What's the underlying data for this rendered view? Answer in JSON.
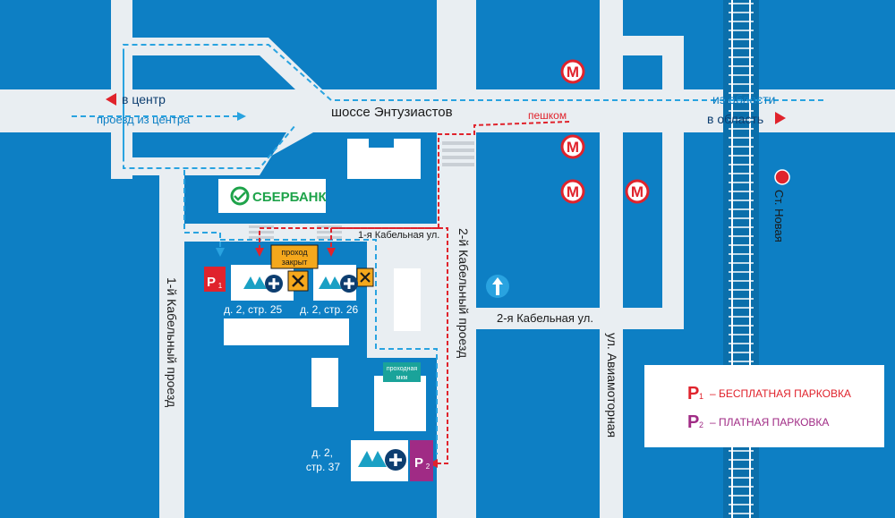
{
  "colors": {
    "water_bg": "#0d7fc4",
    "road": "#e9eef2",
    "building": "#ffffff",
    "route_drive": "#29a3e0",
    "route_walk": "#e0232c",
    "metro_red": "#e0232c",
    "free_parking": "#e0232c",
    "paid_parking": "#a02b85",
    "closed_sign": "#f5a81c",
    "sber_green": "#1ea34a",
    "checkpoint": "#1aa39a"
  },
  "roads": {
    "highway": "шоссе Энтузиастов",
    "cable1_street": "1-я Кабельная ул.",
    "cable2_street": "2-я Кабельная ул.",
    "cable1_passage": "1-й Кабельный проезд",
    "cable2_passage": "2-й Кабельный проезд",
    "aviamotornaya": "ул. Авиамоторная"
  },
  "directions": {
    "to_center": "в центр",
    "from_center": "проезд из центра",
    "from_region": "из области",
    "to_region": "в область",
    "walking": "пешком"
  },
  "station": "Ст. Новая",
  "metro_icons": [
    "metro-icon",
    "metro-icon",
    "metro-icon",
    "metro-icon"
  ],
  "bank": "СБЕРБАНК",
  "closed_sign": [
    "проход",
    "закрыт"
  ],
  "checkpoint": [
    "проходная",
    "мкм"
  ],
  "buildings": {
    "b25": "д. 2, стр. 25",
    "b26": "д. 2, стр. 26",
    "b37_line1": "д. 2,",
    "b37_line2": "стр. 37"
  },
  "parking": {
    "free_letter": "P",
    "free_index": "1",
    "paid_letter": "P",
    "paid_index": "2"
  },
  "legend": {
    "free": "– БЕСПЛАТНАЯ ПАРКОВКА",
    "paid": "– ПЛАТНАЯ ПАРКОВКА"
  }
}
